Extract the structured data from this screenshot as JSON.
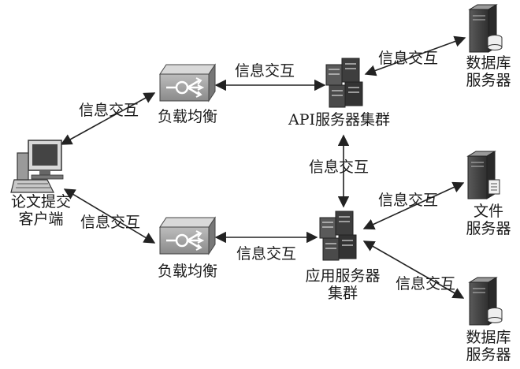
{
  "edge_label": "信息交互",
  "client": {
    "line1": "论文提交",
    "line2": "客户端",
    "icon": "desktop-computer-icon"
  },
  "lb_top": {
    "label": "负载均衡",
    "icon": "load-balancer-icon"
  },
  "lb_bottom": {
    "label": "负载均衡",
    "icon": "load-balancer-icon"
  },
  "api_cluster": {
    "label": "API服务器集群",
    "icon": "server-cluster-icon"
  },
  "app_cluster": {
    "line1": "应用服务器",
    "line2": "集群",
    "icon": "server-cluster-icon"
  },
  "db_top": {
    "line1": "数据库",
    "line2": "服务器",
    "icon": "database-server-icon"
  },
  "file_server": {
    "line1": "文件",
    "line2": "服务器",
    "icon": "file-server-icon"
  },
  "db_bottom": {
    "line1": "数据库",
    "line2": "服务器",
    "icon": "database-server-icon"
  },
  "colors": {
    "line": "#222222",
    "device_dark": "#4a4a4a",
    "device_mid": "#7a7a7a",
    "device_light": "#bdbdbd"
  }
}
